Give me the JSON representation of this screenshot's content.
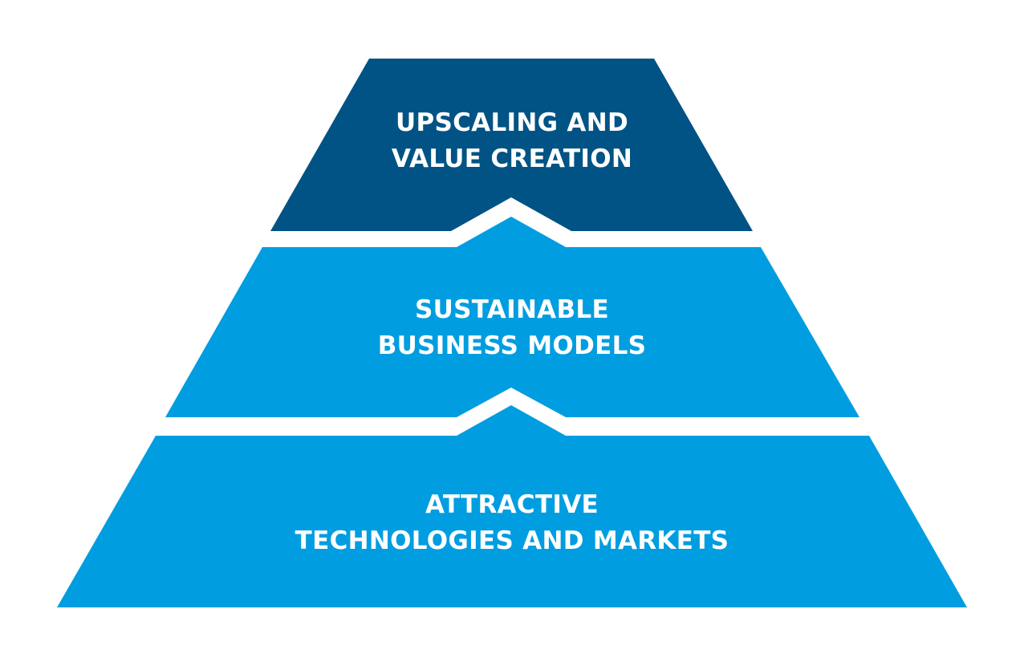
{
  "colors": {
    "background": "#ffffff",
    "text": "#ffffff",
    "top_tier": "#005384",
    "lower_tiers": "#009de0"
  },
  "pyramid": {
    "top": {
      "line1": "UPSCALING AND",
      "line2": "VALUE CREATION"
    },
    "middle": {
      "line1": "SUSTAINABLE",
      "line2": "BUSINESS MODELS"
    },
    "bottom": {
      "line1": "ATTRACTIVE",
      "line2": "TECHNOLOGIES AND MARKETS"
    }
  }
}
